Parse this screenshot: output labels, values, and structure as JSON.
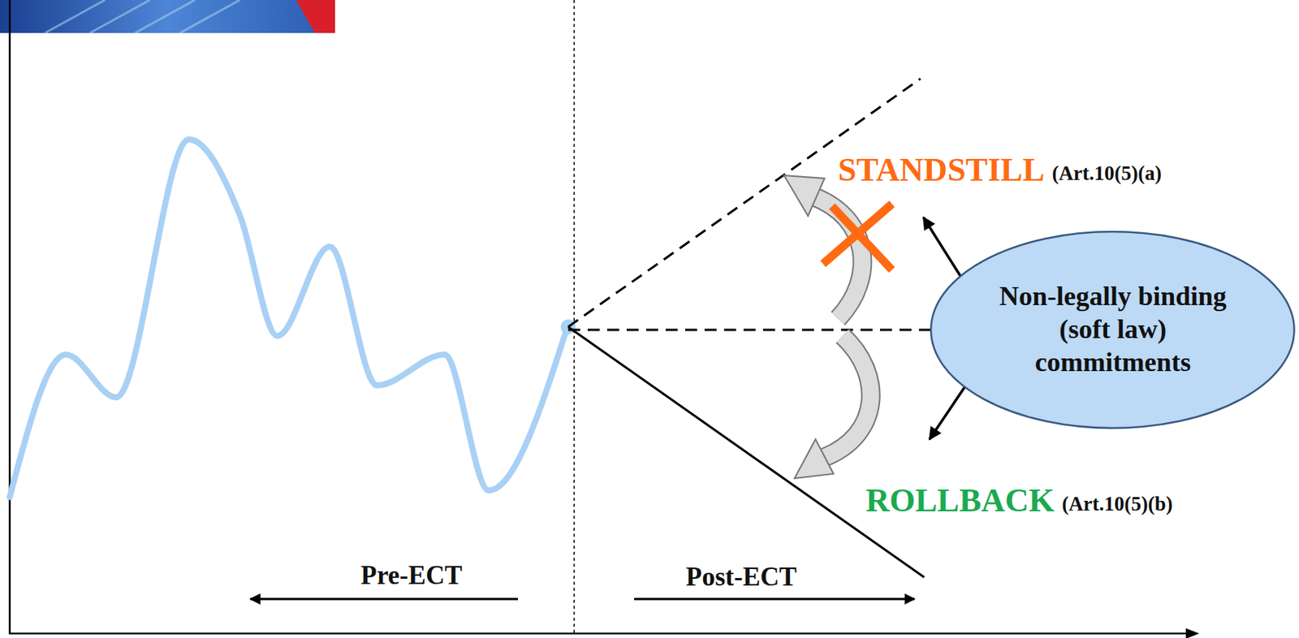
{
  "diagram": {
    "nodes": [
      {
        "text": [
          "Non-legally binding (soft law) commitments"
        ]
      }
    ],
    "labels": [
      "STANDSTILL",
      "(Art.10(5)(a)",
      "ROLLBACK",
      "(Art.10(5)(b)",
      "Pre-ECT",
      "Post-ECT"
    ]
  }
}
